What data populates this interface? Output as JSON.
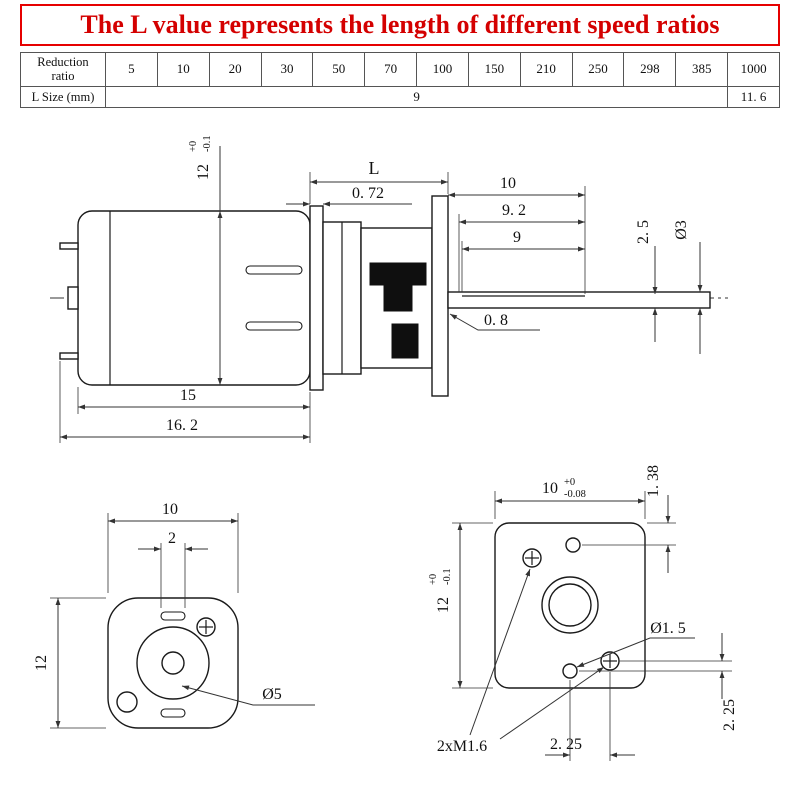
{
  "title": "The L value represents the length of different speed ratios",
  "table": {
    "header_reduction_line1": "Reduction",
    "header_reduction_line2": "ratio",
    "header_lsize": "L Size (mm)",
    "ratios": [
      "5",
      "10",
      "20",
      "30",
      "50",
      "70",
      "100",
      "150",
      "210",
      "250",
      "298",
      "385",
      "1000"
    ],
    "l_value_common": "9",
    "l_value_1000": "11. 6"
  },
  "side_view": {
    "dim_motor_od": "12",
    "dim_motor_od_tol_upper": "+0",
    "dim_motor_od_tol_lower": "-0.1",
    "dim_gearbox_length": "L",
    "dim_flange_width": "0. 72",
    "dim_shaft_len_total": "10",
    "dim_shaft_len_mid": "9. 2",
    "dim_shaft_len_flat": "9",
    "dim_shaft_flat_height": "2. 5",
    "dim_shaft_dia": "Ø3",
    "dim_step": "0. 8",
    "dim_motor_length": "15",
    "dim_total_length": "16. 2"
  },
  "front_view": {
    "dim_width": "10",
    "dim_slot_width": "2",
    "dim_height": "12",
    "dim_circle_dia": "Ø5"
  },
  "face_view": {
    "dim_width": "10",
    "dim_width_tol_upper": "+0",
    "dim_width_tol_lower": "-0.08",
    "dim_hole_offset": "1. 38",
    "dim_height": "12",
    "dim_height_tol_upper": "+0",
    "dim_height_tol_lower": "-0.1",
    "dim_pin_dia": "Ø1. 5",
    "dim_screw_spec": "2xM1.6",
    "dim_screw_offset_h": "2. 25",
    "dim_screw_offset_v": "2. 25"
  }
}
